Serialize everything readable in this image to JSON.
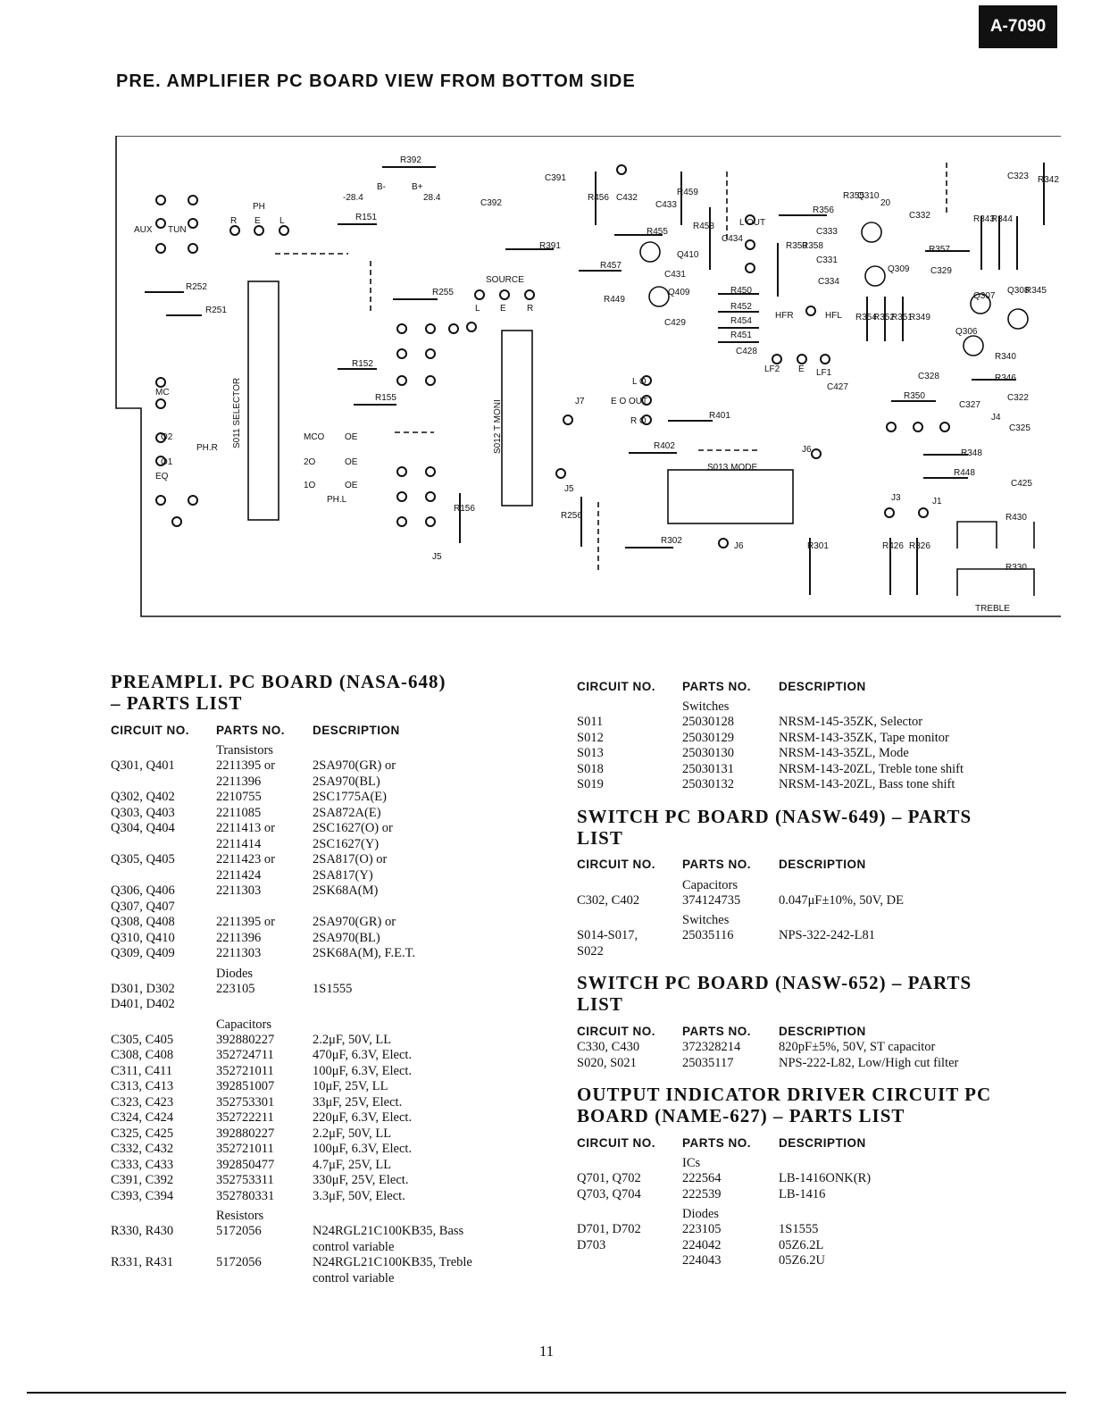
{
  "header": {
    "model_badge": "A-7090",
    "board_title": "PRE. AMPLIFIER PC BOARD VIEW FROM BOTTOM SIDE"
  },
  "pcb": {
    "labels": [
      "R392",
      "B-",
      "B+",
      "-28.4",
      "28.4",
      "C392",
      "R151",
      "PH",
      "R",
      "E",
      "L",
      "AUX",
      "TUN",
      "R252",
      "R251",
      "R255",
      "R391",
      "SOURCE",
      "L",
      "E",
      "R",
      "C391",
      "R456",
      "C432",
      "C433",
      "R459",
      "R458",
      "R455",
      "R457",
      "C434",
      "L OUT",
      "R356",
      "R355",
      "Q310",
      "20",
      "C332",
      "R359",
      "R358",
      "C333",
      "C331",
      "C334",
      "R357",
      "Q309",
      "C329",
      "R343",
      "R344",
      "R342",
      "C323",
      "Q410",
      "C431",
      "Q409",
      "R449",
      "R450",
      "R452",
      "R454",
      "R451",
      "C429",
      "C428",
      "HFR",
      "HFL",
      "LF2",
      "LF1",
      "R354",
      "R352",
      "R351",
      "R349",
      "Q307",
      "Q308",
      "R345",
      "Q306",
      "R340",
      "R346",
      "R152",
      "R155",
      "S011 SELECTOR",
      "S012 T MONI",
      "MC",
      "EQ",
      "PH.R",
      "PH.L",
      "O2",
      "O1",
      "2O",
      "1O",
      "R156",
      "R256",
      "J7",
      "J5",
      "J6",
      "J3",
      "J4",
      "J1",
      "L O",
      "E O OUT",
      "R O",
      "R401",
      "R402",
      "S013 MODE",
      "C427",
      "C328",
      "R350",
      "C327",
      "C322",
      "C325",
      "R348",
      "R448",
      "C425",
      "R430",
      "R330",
      "R302",
      "R301",
      "R426",
      "R326",
      "TREBLE",
      "MCO",
      "OE"
    ]
  },
  "left": {
    "title_line1": "PREAMPLI. PC BOARD (NASA-648)",
    "title_line2": "– PARTS LIST",
    "col_headers": [
      "CIRCUIT NO.",
      "PARTS NO.",
      "DESCRIPTION"
    ],
    "groups": [
      {
        "name": "Transistors",
        "rows": [
          [
            "Q301, Q401",
            "2211395 or\n2211396",
            "2SA970(GR) or\n2SA970(BL)"
          ],
          [
            "Q302, Q402",
            "2210755",
            "2SC1775A(E)"
          ],
          [
            "Q303, Q403",
            "2211085",
            "2SA872A(E)"
          ],
          [
            "Q304, Q404",
            "2211413 or\n2211414",
            "2SC1627(O) or\n2SC1627(Y)"
          ],
          [
            "Q305, Q405",
            "2211423 or\n2211424",
            "2SA817(O) or\n2SA817(Y)"
          ],
          [
            "Q306, Q406\nQ307, Q407",
            "2211303",
            "2SK68A(M)"
          ],
          [
            "Q308, Q408\nQ310, Q410",
            "2211395 or\n2211396",
            "2SA970(GR) or\n2SA970(BL)"
          ],
          [
            "Q309, Q409",
            "2211303",
            "2SK68A(M), F.E.T."
          ]
        ]
      },
      {
        "name": "Diodes",
        "rows": [
          [
            "D301, D302\nD401, D402",
            "223105",
            "1S1555"
          ]
        ]
      },
      {
        "name": "Capacitors",
        "rows": [
          [
            "C305, C405",
            "392880227",
            "2.2μF, 50V, LL"
          ],
          [
            "C308, C408",
            "352724711",
            "470μF, 6.3V, Elect."
          ],
          [
            "C311, C411",
            "352721011",
            "100μF, 6.3V, Elect."
          ],
          [
            "C313, C413",
            "392851007",
            "10μF, 25V, LL"
          ],
          [
            "C323, C423",
            "352753301",
            "33μF, 25V, Elect."
          ],
          [
            "C324, C424",
            "352722211",
            "220μF, 6.3V, Elect."
          ],
          [
            "C325, C425",
            "392880227",
            "2.2μF, 50V, LL"
          ],
          [
            "C332, C432",
            "352721011",
            "100μF, 6.3V, Elect."
          ],
          [
            "C333, C433",
            "392850477",
            "4.7μF, 25V, LL"
          ],
          [
            "C391, C392",
            "352753311",
            "330μF, 25V, Elect."
          ],
          [
            "C393, C394",
            "352780331",
            "3.3μF, 50V, Elect."
          ]
        ]
      },
      {
        "name": "Resistors",
        "rows": [
          [
            "R330, R430",
            "5172056",
            "N24RGL21C100KB35, Bass\ncontrol variable"
          ],
          [
            "R331, R431",
            "5172056",
            "N24RGL21C100KB35, Treble\ncontrol variable"
          ]
        ]
      }
    ]
  },
  "right": {
    "col_headers": [
      "CIRCUIT NO.",
      "PARTS NO.",
      "DESCRIPTION"
    ],
    "switches_group": "Switches",
    "switches": [
      [
        "S011",
        "25030128",
        "NRSM-145-35ZK, Selector"
      ],
      [
        "S012",
        "25030129",
        "NRSM-143-35ZK, Tape monitor"
      ],
      [
        "S013",
        "25030130",
        "NRSM-143-35ZL, Mode"
      ],
      [
        "S018",
        "25030131",
        "NRSM-143-20ZL, Treble tone shift"
      ],
      [
        "S019",
        "25030132",
        "NRSM-143-20ZL, Bass tone shift"
      ]
    ],
    "sw649_title1": "SWITCH PC BOARD (NASW-649) – PARTS",
    "sw649_title2": "LIST",
    "sw649_cap_group": "Capacitors",
    "sw649_caps": [
      [
        "C302, C402",
        "374124735",
        "0.047μF±10%, 50V, DE"
      ]
    ],
    "sw649_sw_group": "Switches",
    "sw649_sws": [
      [
        "S014-S017,\nS022",
        "25035116",
        "NPS-322-242-L81"
      ]
    ],
    "sw652_title1": "SWITCH PC BOARD (NASW-652) – PARTS",
    "sw652_title2": "LIST",
    "sw652_rows": [
      [
        "C330, C430",
        "372328214",
        "820pF±5%, 50V, ST capacitor"
      ],
      [
        "S020, S021",
        "25035117",
        "NPS-222-L82, Low/High cut filter"
      ]
    ],
    "out_title1": "OUTPUT INDICATOR DRIVER CIRCUIT PC",
    "out_title2": "BOARD (NAME-627) – PARTS LIST",
    "ics_group": "ICs",
    "ics": [
      [
        "Q701, Q702",
        "222564",
        "LB-1416ONK(R)"
      ],
      [
        "Q703, Q704",
        "222539",
        "LB-1416"
      ]
    ],
    "diodes_group": "Diodes",
    "diodes": [
      [
        "D701, D702",
        "223105",
        "1S1555"
      ],
      [
        "D703",
        "224042",
        "05Z6.2L"
      ],
      [
        "",
        "224043",
        "05Z6.2U"
      ]
    ]
  },
  "footer": {
    "page_number": "11"
  }
}
